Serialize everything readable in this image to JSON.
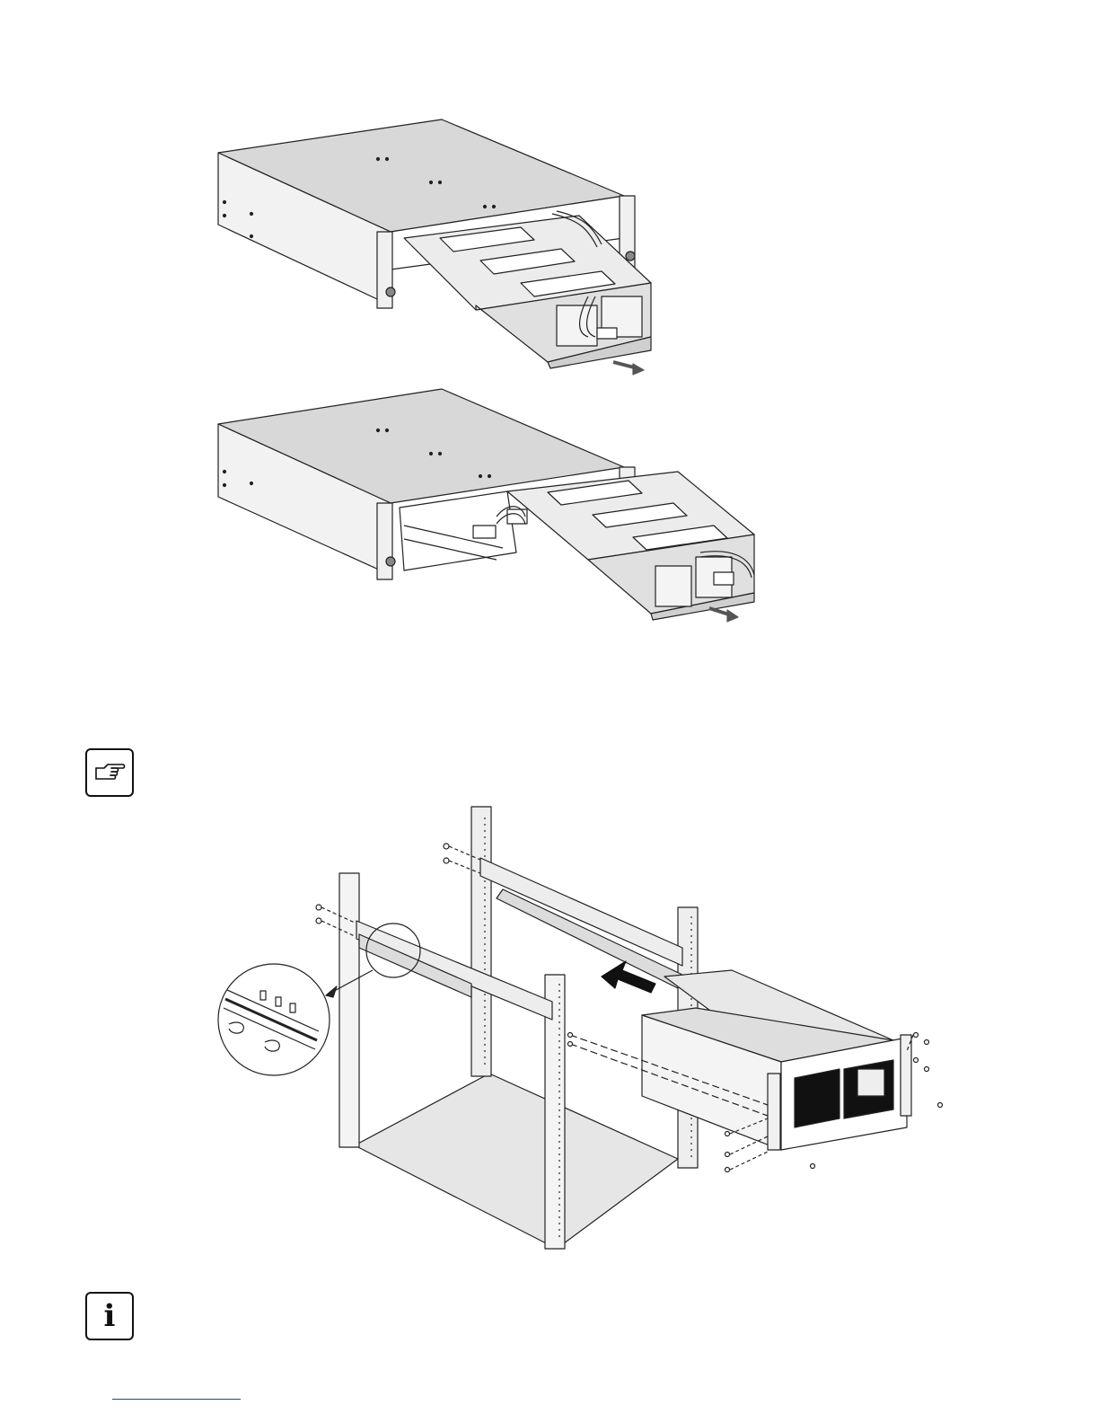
{
  "page": {
    "colors": {
      "line": "#222222",
      "panel_light": "#ececec",
      "panel_mid": "#d6d6d6",
      "panel_dark": "#b8b8b8",
      "footer_rule": "#2a3ea8"
    }
  },
  "figures": [
    {
      "id": "fig-battery-drawer-half",
      "kind": "illustration"
    },
    {
      "id": "fig-battery-drawer-out",
      "kind": "illustration"
    },
    {
      "id": "fig-rack-mounting",
      "kind": "illustration"
    }
  ],
  "icons": {
    "hand_note": "pointing-hand-icon",
    "info_note": "info-icon",
    "info_glyph": "i"
  }
}
